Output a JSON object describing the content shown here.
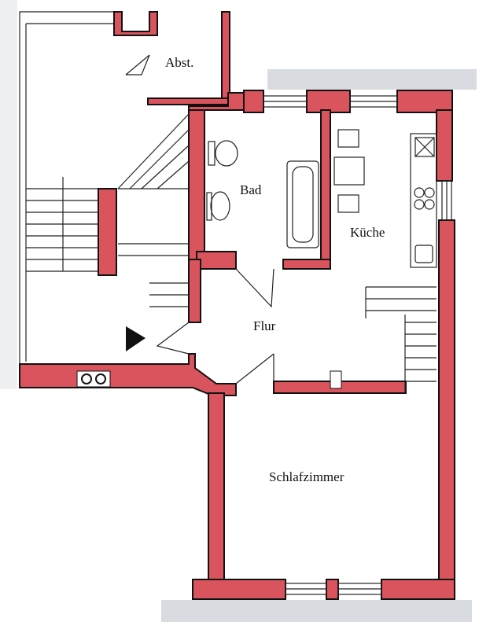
{
  "rooms": {
    "storage": "Abst.",
    "bath": "Bad",
    "kitchen": "Küche",
    "hall": "Flur",
    "bedroom": "Schlafzimmer"
  },
  "colors": {
    "wall": "#d9545d",
    "shade": "#d8dbe0"
  }
}
